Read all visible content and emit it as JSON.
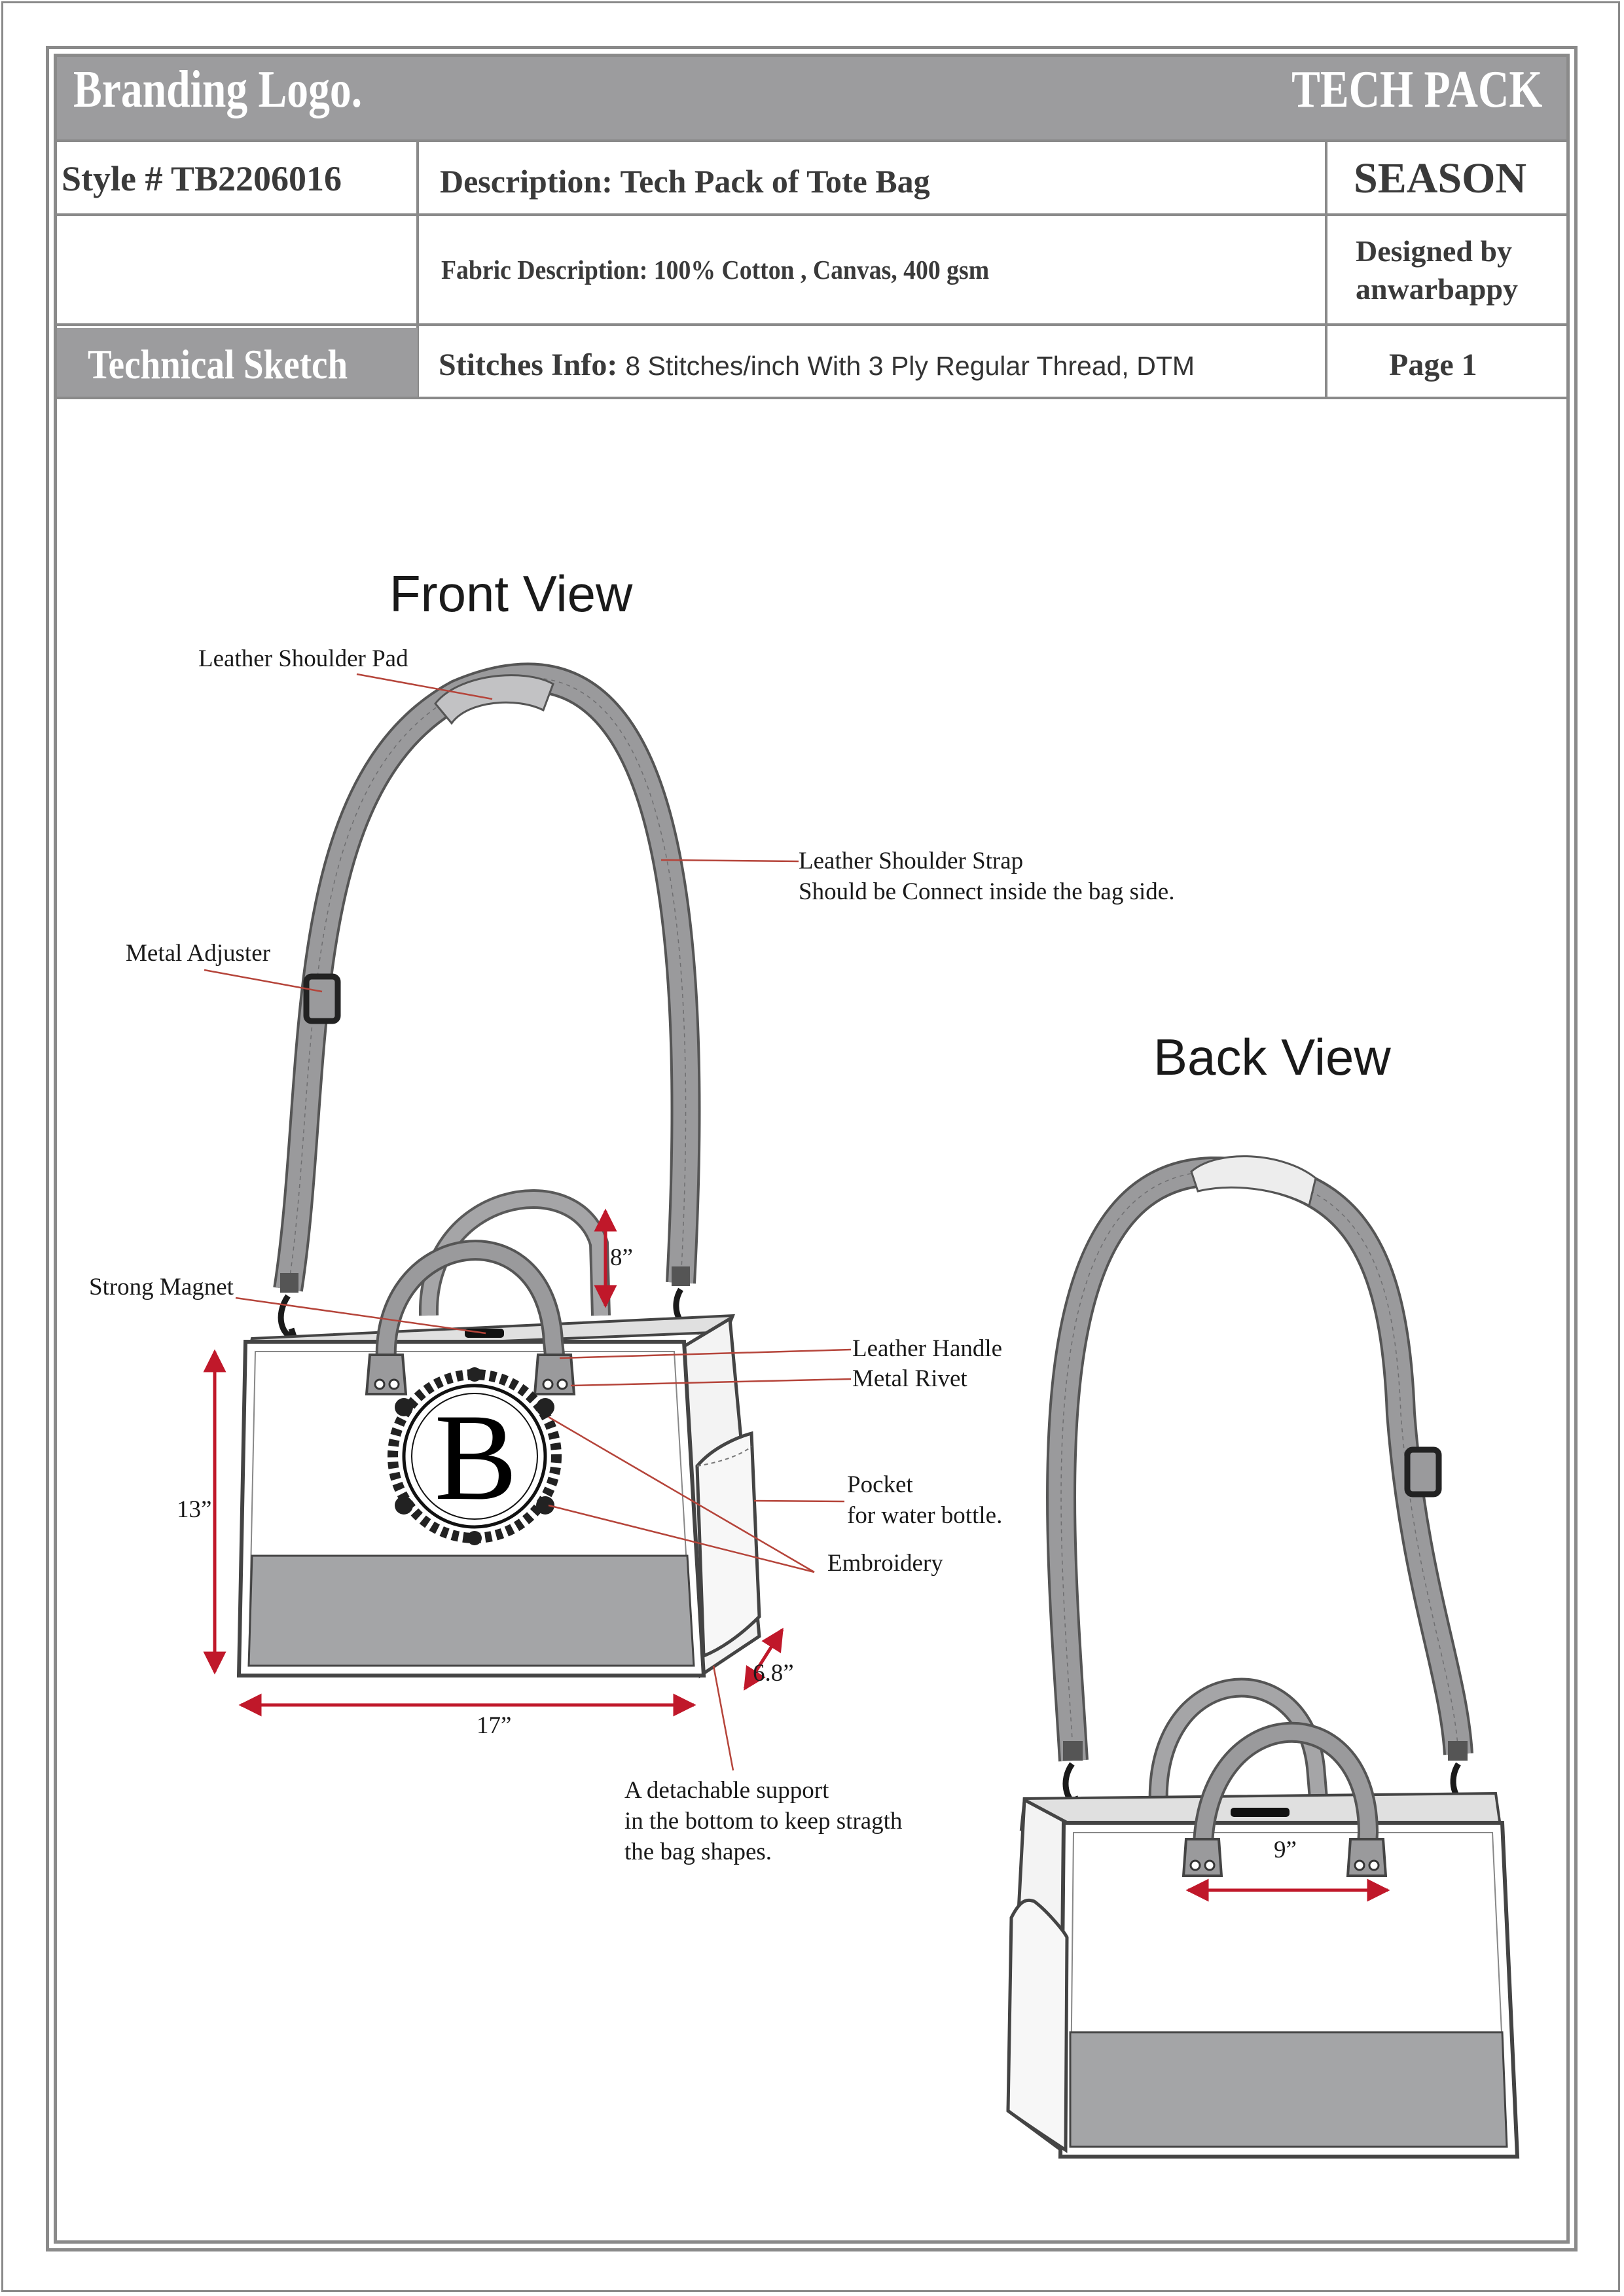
{
  "header": {
    "brand": "Branding Logo.",
    "title": "TECH PACK"
  },
  "info": {
    "style": "Style # TB2206016",
    "description": "Description: Tech Pack of Tote Bag",
    "season": "SEASON",
    "fabric": "Fabric Description: 100% Cotton , Canvas, 400 gsm",
    "designed_by_line1": "Designed by",
    "designed_by_line2": "anwarbappy",
    "section": "Technical Sketch",
    "stitches_label": "Stitches Info:",
    "stitches_value": "8 Stitches/inch With 3 Ply Regular Thread, DTM",
    "page": "Page 1"
  },
  "front": {
    "title": "Front View",
    "callouts": {
      "shoulder_pad": "Leather Shoulder Pad",
      "strap_line1": "Leather Shoulder Strap",
      "strap_line2": "Should be Connect inside the bag side.",
      "adjuster": "Metal Adjuster",
      "magnet": "Strong Magnet",
      "handle": "Leather Handle",
      "rivet": "Metal Rivet",
      "pocket_line1": "Pocket",
      "pocket_line2": "for water bottle.",
      "embroidery": "Embroidery",
      "support_line1": "A detachable support",
      "support_line2": "in the bottom to keep stragth",
      "support_line3": "the bag shapes."
    },
    "dimensions": {
      "handle_drop": "8”",
      "height": "13”",
      "width": "17”",
      "depth": "6.8”"
    },
    "monogram": "B"
  },
  "back": {
    "title": "Back View",
    "dimensions": {
      "handle_span": "9”"
    }
  },
  "colors": {
    "frame": "#8a8a8a",
    "band": "#9c9c9e",
    "bag_gray": "#a4a5a7",
    "strap_gray": "#9a9a9c",
    "dimension_red": "#c0182a",
    "leader_red": "#b5443a"
  }
}
